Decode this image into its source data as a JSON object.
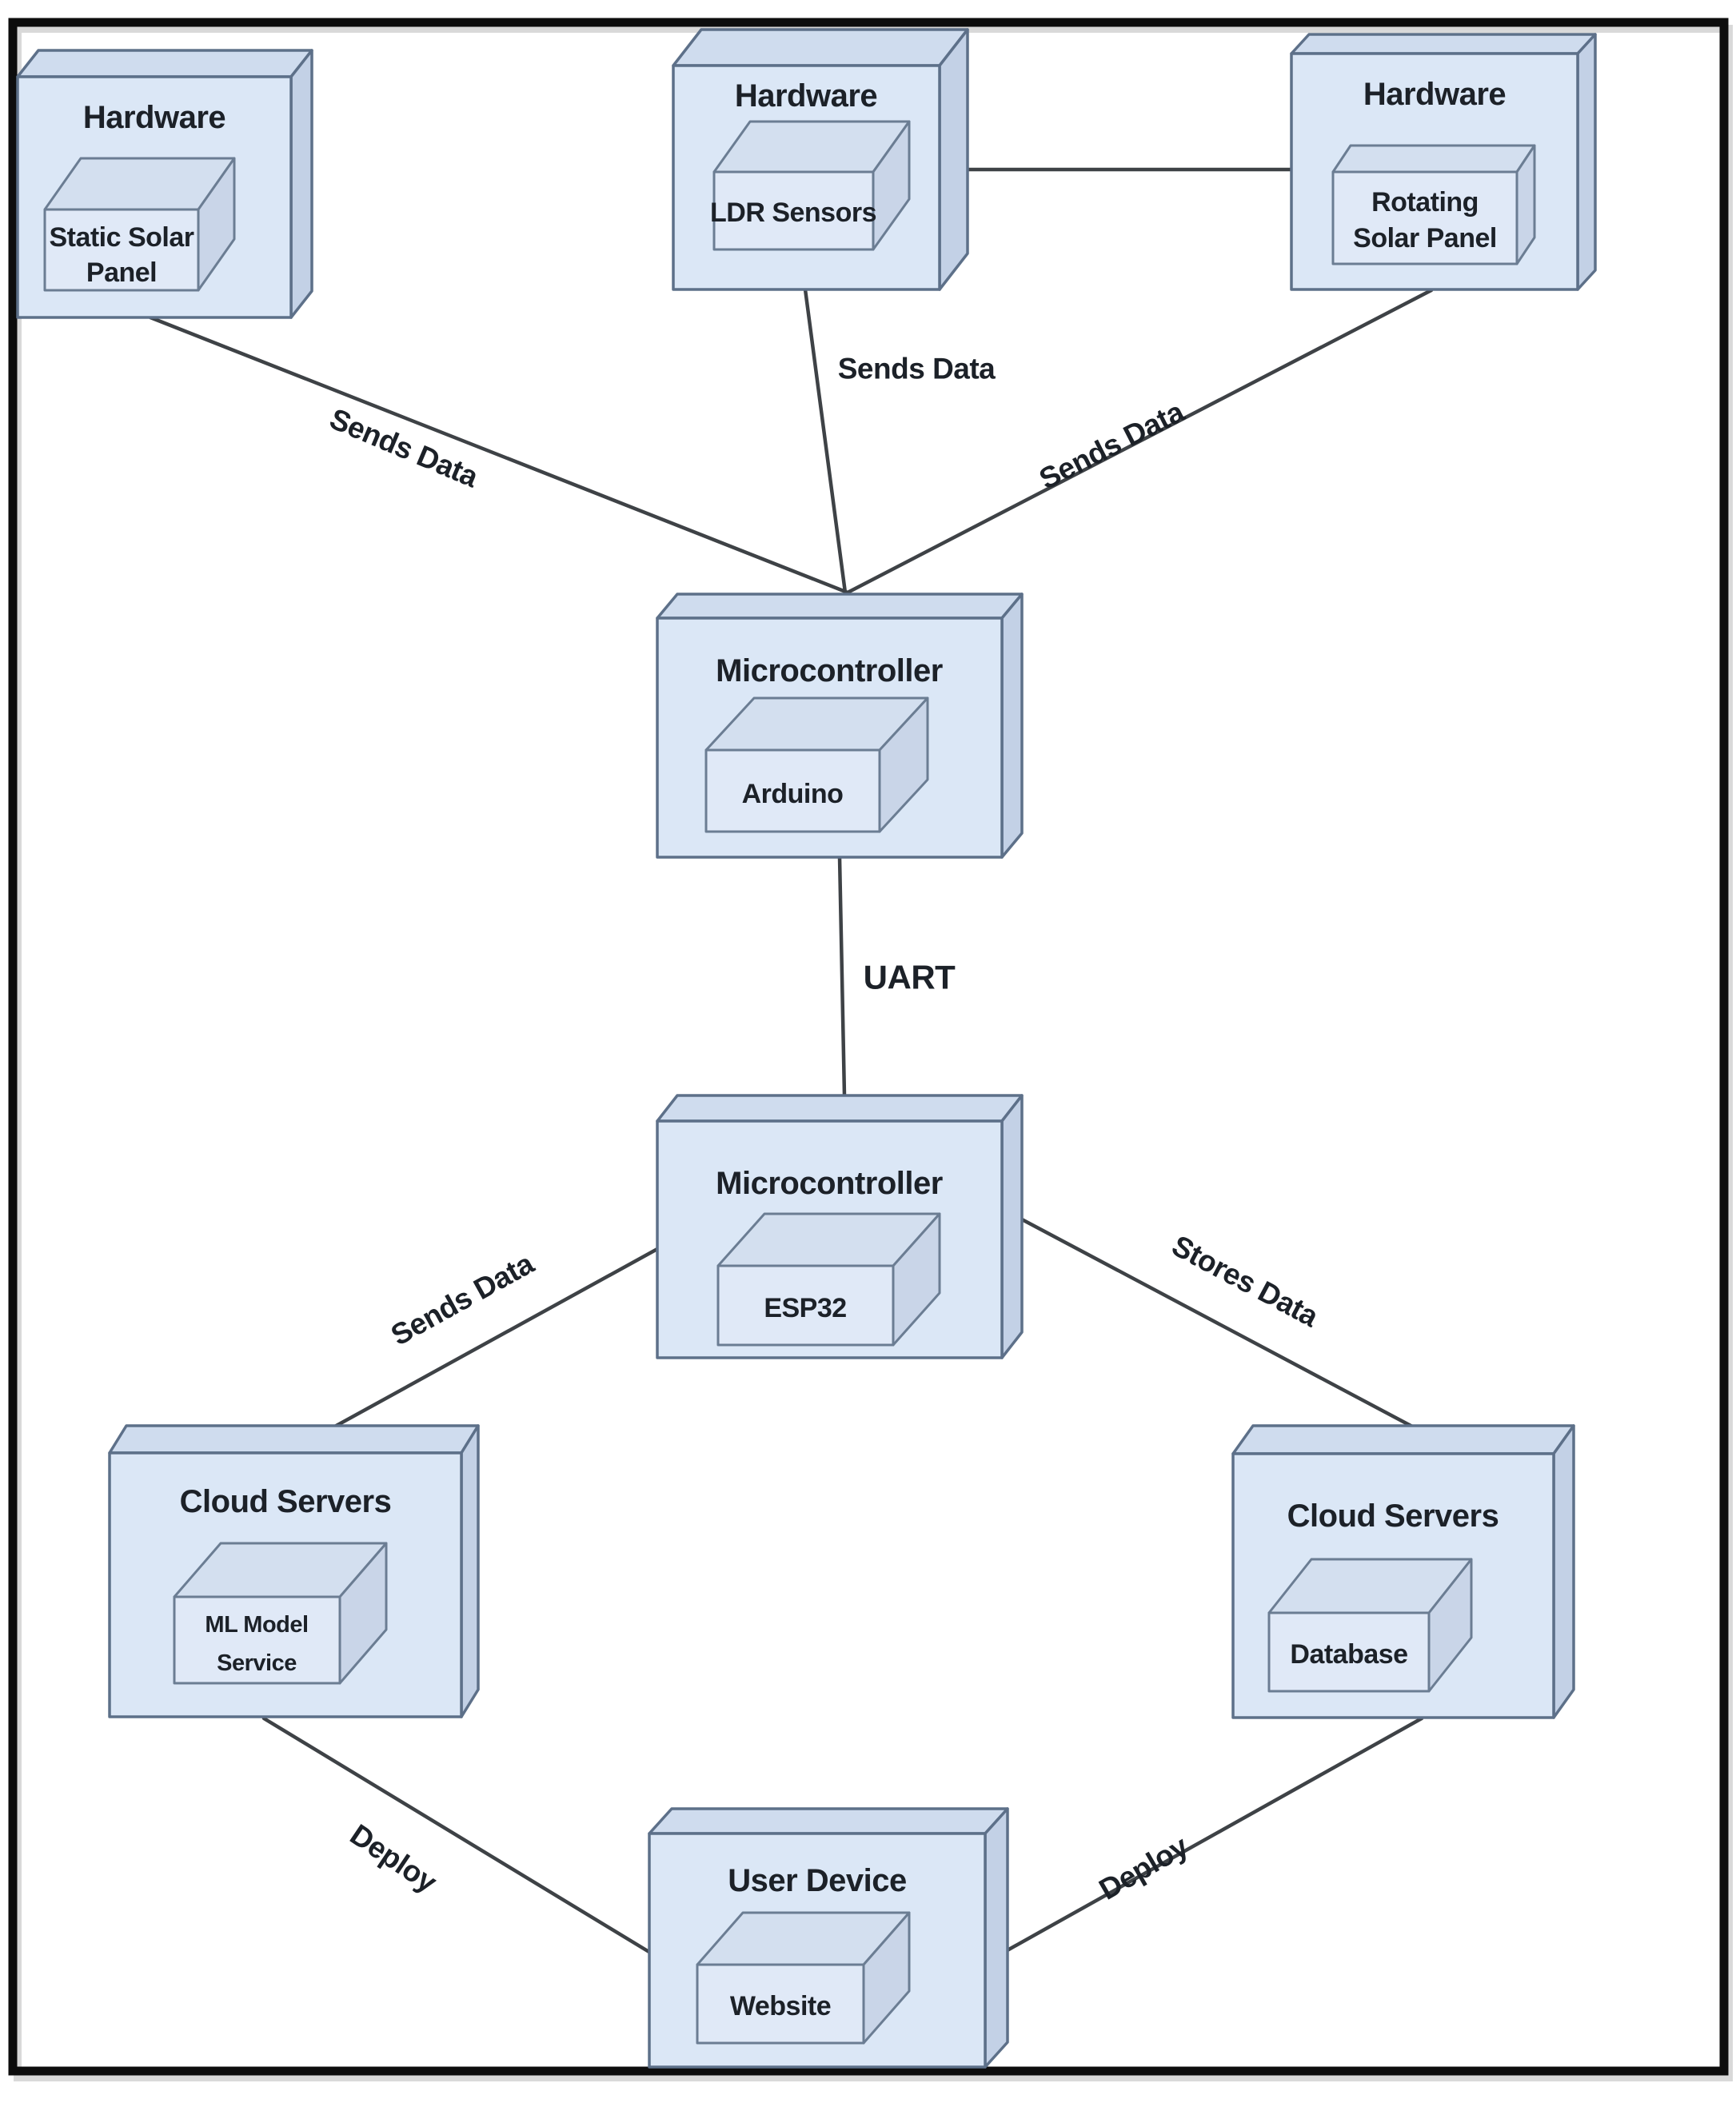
{
  "diagram": {
    "title": "IoT solar-tracking system deployment diagram",
    "colors": {
      "node_fill": "#dbe7f6",
      "node_top": "#cfdcee",
      "node_side": "#c3d1e6",
      "art_fill": "#e0e9f7",
      "art_top": "#d3dfef",
      "art_side": "#c9d5e8",
      "node_stroke": "#5d7089",
      "art_stroke": "#6b7d93",
      "line_color": "#3e4246",
      "text_color": "#1c2128",
      "border_color": "#0d0d0d",
      "background": "#ffffff"
    },
    "nodes": {
      "hw_left": {
        "title": "Hardware",
        "artifact_lines": [
          "Static Solar",
          "Panel"
        ]
      },
      "hw_mid": {
        "title": "Hardware",
        "artifact_lines": [
          "LDR Sensors"
        ]
      },
      "hw_right": {
        "title": "Hardware",
        "artifact_lines": [
          "Rotating",
          "Solar Panel"
        ]
      },
      "mcu_arduino": {
        "title": "Microcontroller",
        "artifact_lines": [
          "Arduino"
        ]
      },
      "mcu_esp32": {
        "title": "Microcontroller",
        "artifact_lines": [
          "ESP32"
        ]
      },
      "cloud_ml": {
        "title": "Cloud Servers",
        "artifact_lines": [
          "ML Model",
          "Service"
        ]
      },
      "cloud_db": {
        "title": "Cloud Servers",
        "artifact_lines": [
          "Database"
        ]
      },
      "user_device": {
        "title": "User Device",
        "artifact_lines": [
          "Website"
        ]
      }
    },
    "edges": {
      "static_to_arduino": "Sends Data",
      "ldr_to_arduino": "Sends Data",
      "rotating_to_arduino": "Sends Data",
      "arduino_to_esp32": "UART",
      "esp32_to_ml": "Sends Data",
      "esp32_to_db": "Stores Data",
      "ml_to_website": "Deploy",
      "db_to_website": "Deploy"
    }
  }
}
